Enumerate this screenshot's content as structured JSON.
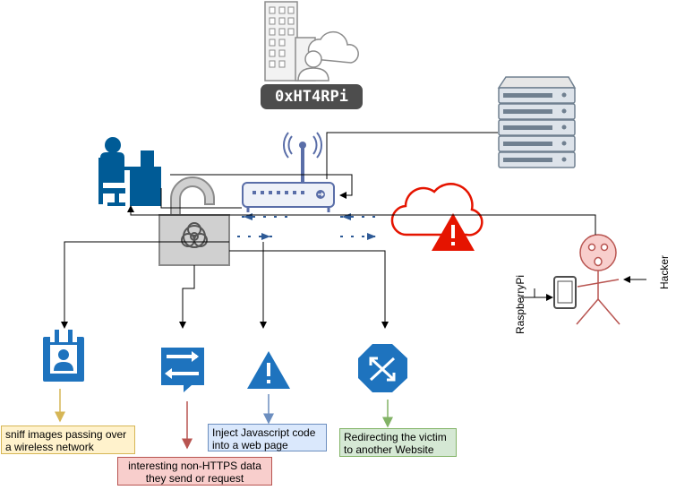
{
  "title": "0xHT4RPi",
  "labels": {
    "raspberrypi": "RaspberryPi",
    "hacker": "Hacker"
  },
  "notes": {
    "sniff": "sniff images passing over a wireless network",
    "nonhttps": "interesting non-HTTPS data they send or request",
    "inject": "Inject Javascript code into a web page",
    "redirect": "Redirecting the victim to another Website"
  },
  "icons": {
    "building": "office-building-icon",
    "server": "server-rack-icon",
    "user": "desktop-user-icon",
    "router": "wireless-router-icon",
    "lock": "open-padlock-icon",
    "cloud_alert": "cloud-warning-icon",
    "hacker": "stick-figure-icon",
    "tablet": "tablet-icon",
    "badge": "id-badge-icon",
    "message": "message-exchange-icon",
    "warning": "warning-triangle-icon",
    "redirect": "redirect-arrows-icon"
  },
  "colors": {
    "blue": "#1e73be",
    "navy": "#005b96",
    "gray": "#a5a5a5",
    "red": "#e51400",
    "hacker_fill": "#f8cecc",
    "hacker_stroke": "#b85450"
  }
}
